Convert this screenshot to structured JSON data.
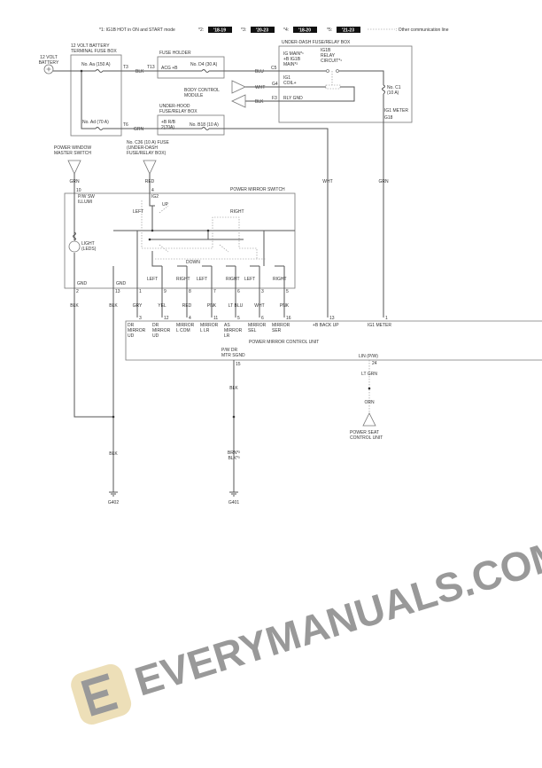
{
  "legend": {
    "note1": "*1: IG1B HOT in ON and START mode",
    "note2_key": "*2:",
    "note2_val": "'18-19",
    "note3_key": "*3:",
    "note3_val": "'20-23",
    "note4_key": "*4:",
    "note4_val": "'18-20",
    "note5_key": "*5:",
    "note5_val": "'21-23",
    "comm_line": ": Other communication line"
  },
  "labels": {
    "battery": [
      "12 VOLT",
      "BATTERY"
    ],
    "batt_fuse_box": [
      "12 VOLT BATTERY",
      "TERMINAL FUSE BOX"
    ],
    "fuse_aa": [
      "No. Aa (150 A)"
    ],
    "fuse_ad": [
      "No. Ad (70 A)"
    ],
    "t3": [
      "T3"
    ],
    "blk1": [
      "BLK"
    ],
    "t13": [
      "T13"
    ],
    "t6": [
      "T6"
    ],
    "grn1": [
      "GRN"
    ],
    "fuse_holder": [
      "FUSE HOLDER"
    ],
    "acg": [
      "ACG +B"
    ],
    "fuse_d4": [
      "No. D4 (30 A)"
    ],
    "blu": [
      "BLU"
    ],
    "c5": [
      "C5"
    ],
    "underdash": [
      "UNDER-DASH FUSE/RELAY BOX"
    ],
    "ig_main": [
      "IG MAIN*¹",
      "+B IG1B",
      "MAIN*²"
    ],
    "relay": [
      "IG1B",
      "RELAY",
      "CIRCUIT*¹"
    ],
    "ig1_coil": [
      "IG1",
      "COIL+"
    ],
    "g4": [
      "G4"
    ],
    "wht1": [
      "WHT"
    ],
    "f3": [
      "F3"
    ],
    "blk2": [
      "BLK"
    ],
    "rly_gnd": [
      "RLY GND"
    ],
    "bcm": [
      "BODY CONTROL",
      "MODULE"
    ],
    "fuse_c1": [
      "No. C1",
      "(10 A)"
    ],
    "ig1_meter_top": [
      "IG1 METER"
    ],
    "g18": [
      "G18"
    ],
    "underhood": [
      "UNDER-HOOD",
      "FUSE/RELAY BOX"
    ],
    "brb": [
      "+B R/B",
      "2(70A)"
    ],
    "fuse_b18": [
      "No. B18 (10 A)"
    ],
    "wht2": [
      "WHT"
    ],
    "grn2": [
      "GRN"
    ],
    "pw_master": [
      "POWER WINDOW",
      "MASTER SWITCH"
    ],
    "c36": [
      "No. C36 (10 A) FUSE",
      "(UNDER-DASH",
      "FUSE/RELAY BOX)"
    ],
    "grn3": [
      "GRN"
    ],
    "red1": [
      "RED"
    ],
    "mirror_switch": [
      "POWER MIRROR SWITCH"
    ],
    "pin10": [
      "10"
    ],
    "pw_illumi": [
      "P/W SW",
      "ILLUMI"
    ],
    "pin4top": [
      "4"
    ],
    "ig2": [
      "IG2"
    ],
    "up": [
      "UP"
    ],
    "left_top": [
      "LEFT"
    ],
    "right_top": [
      "RIGHT"
    ],
    "down": [
      "DOWN"
    ],
    "light": [
      "LIGHT",
      "(LEDS)"
    ],
    "sw_l1": [
      "LEFT"
    ],
    "sw_r1": [
      "RIGHT"
    ],
    "sw_l2": [
      "LEFT"
    ],
    "sw_r2": [
      "RIGHT"
    ],
    "sw_l3": [
      "LEFT"
    ],
    "sw_r3": [
      "RIGHT"
    ],
    "gnd1": [
      "GND"
    ],
    "gnd2": [
      "GND"
    ],
    "sp2": [
      "2"
    ],
    "sp13": [
      "13"
    ],
    "sp1": [
      "1"
    ],
    "sp9": [
      "9"
    ],
    "sp8": [
      "8"
    ],
    "sp7": [
      "7"
    ],
    "sp6": [
      "6"
    ],
    "sp3": [
      "3"
    ],
    "sp5": [
      "5"
    ],
    "c_blk1": [
      "BLK"
    ],
    "c_blk2": [
      "BLK"
    ],
    "c_gry": [
      "GRY"
    ],
    "c_yel": [
      "YEL"
    ],
    "c_red": [
      "RED"
    ],
    "c_pnk1": [
      "PNK"
    ],
    "c_ltblu": [
      "LT BLU"
    ],
    "c_wht": [
      "WHT"
    ],
    "c_pnk2": [
      "PNK"
    ],
    "up3": [
      "3"
    ],
    "up12": [
      "12"
    ],
    "up4": [
      "4"
    ],
    "up11": [
      "11"
    ],
    "up5": [
      "5"
    ],
    "up6": [
      "6"
    ],
    "up16": [
      "16"
    ],
    "up13": [
      "13"
    ],
    "up1": [
      "1"
    ],
    "t_dr_ud1": [
      "DR",
      "MIRROR",
      "UD"
    ],
    "t_dr_ud2": [
      "DR",
      "MIRROR",
      "UD"
    ],
    "t_lcom": [
      "MIRROR",
      "L COM"
    ],
    "t_llr": [
      "MIRROR",
      "L LR"
    ],
    "t_as": [
      "AS",
      "MIRROR",
      "LR"
    ],
    "t_sel": [
      "MIRROR",
      "SEL"
    ],
    "t_ser": [
      "MIRROR",
      "SER"
    ],
    "t_backup": [
      "+B BACK UP"
    ],
    "t_ig1": [
      "IG1 METER"
    ],
    "control_unit": [
      "POWER MIRROR CONTROL UNIT"
    ],
    "sgnd": [
      "P/W DR",
      "MTR SGND"
    ],
    "p15": [
      "15"
    ],
    "lin": [
      "LIN (P/W)"
    ],
    "p24": [
      "24"
    ],
    "ltgrn": [
      "LT GRN"
    ],
    "orn": [
      "ORN"
    ],
    "seat_unit": [
      "POWER SEAT",
      "CONTROL UNIT"
    ],
    "blk_mid": [
      "BLK"
    ],
    "brn_blk": [
      "BRN*²",
      "BLK*³"
    ],
    "blk_left": [
      "BLK"
    ],
    "g402": [
      "G402"
    ],
    "g401": [
      "G401"
    ]
  },
  "watermark": "EVERYMANUALS.COM"
}
